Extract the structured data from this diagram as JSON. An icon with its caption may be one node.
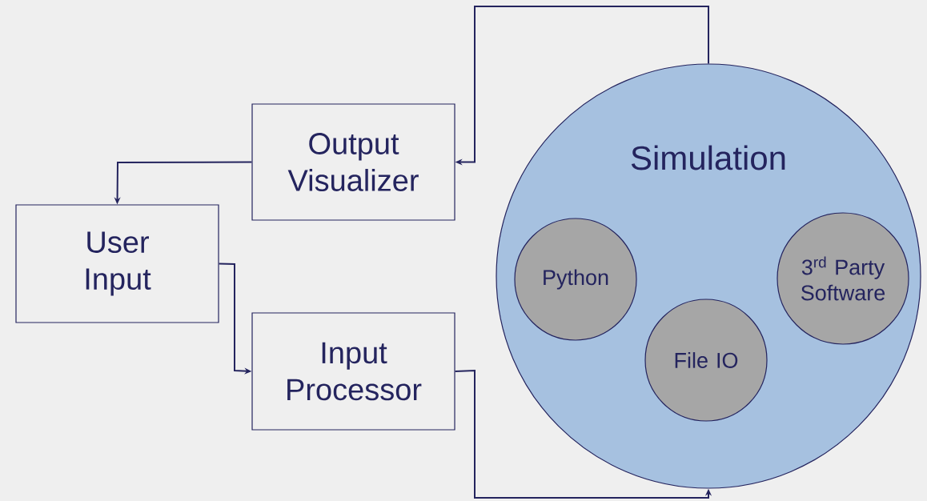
{
  "diagram": {
    "nodes": [
      {
        "text": [
          "Output Visualizer"
        ]
      },
      {
        "text": [
          "User Input"
        ]
      },
      {
        "text": [
          "Input Processor"
        ]
      },
      {
        "text": [
          "Simulation"
        ]
      },
      {
        "text": [
          "Python"
        ],
        "in": 3
      },
      {
        "text": [
          "File IO"
        ],
        "in": 3
      },
      {
        "text": [
          "3$^{rd}$ Party Software"
        ],
        "in": 3
      }
    ],
    "edges": [
      {
        "from": 3,
        "to": 0,
        "arrow": "to"
      },
      {
        "from": 0,
        "to": 1,
        "arrow": "to"
      },
      {
        "from": 1,
        "to": 2,
        "arrow": "to"
      },
      {
        "from": 2,
        "to": 3,
        "arrow": "to"
      }
    ]
  }
}
